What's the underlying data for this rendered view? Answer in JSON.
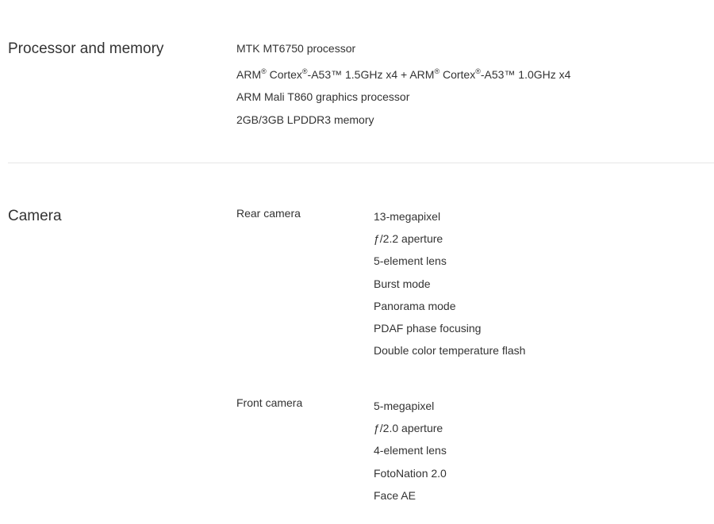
{
  "processor": {
    "title": "Processor and memory",
    "lines": [
      "MTK MT6750 processor",
      "ARM® Cortex®-A53™ 1.5GHz x4 + ARM® Cortex®-A53™ 1.0GHz x4",
      "ARM Mali T860 graphics processor",
      "2GB/3GB LPDDR3 memory"
    ],
    "cpu_line_parts": {
      "p1": "ARM",
      "reg1": "®",
      "p2": " Cortex",
      "reg2": "®",
      "p3": "-A53™ 1.5GHz x4 + ARM",
      "reg3": "®",
      "p4": " Cortex",
      "reg4": "®",
      "p5": "-A53™ 1.0GHz x4"
    }
  },
  "camera": {
    "title": "Camera",
    "groups": [
      {
        "label": "Rear camera",
        "items": [
          "13-megapixel",
          "ƒ/2.2 aperture",
          "5-element lens",
          "Burst mode",
          "Panorama mode",
          "PDAF phase focusing",
          "Double color temperature flash"
        ]
      },
      {
        "label": "Front camera",
        "items": [
          "5-megapixel",
          "ƒ/2.0 aperture",
          "4-element lens",
          "FotoNation 2.0",
          "Face AE"
        ]
      }
    ]
  }
}
